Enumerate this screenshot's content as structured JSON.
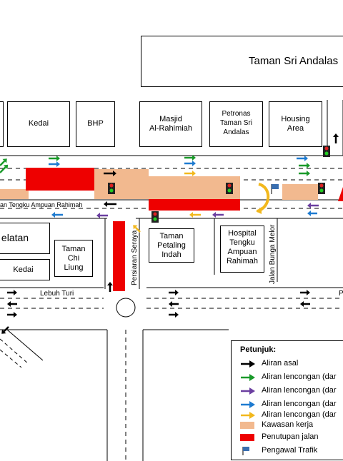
{
  "places": {
    "taman_sri_andalas": "Taman Sri Andalas",
    "kedai_top": "Kedai",
    "bhp": "BHP",
    "masjid": "Masjid\nAl-Rahimiah",
    "petronas": "Petronas\nTaman Sri\nAndalas",
    "housing": "Housing\nArea",
    "selatan": "elatan",
    "kedai_left": "Kedai",
    "taman_chi_liung": "Taman\nChi\nLiung",
    "taman_petaling": "Taman\nPetaling\nIndah",
    "hospital": "Hospital\nTengku\nAmpuan\nRahimah"
  },
  "roads": {
    "jalan_tengku": "an Tengku Ampuan Rahimah",
    "lebuh_turi": "Lebuh Turi",
    "persiaran_seraya": "Persiaran Seraya",
    "jalan_bunga_melor": "Jalan Bunga Melor",
    "p_right": "P"
  },
  "legend": {
    "title": "Petunjuk:",
    "items": [
      {
        "label": "Aliran asal",
        "kind": "arrow",
        "color": "#000000"
      },
      {
        "label": "Aliran lencongan (dar",
        "kind": "arrow",
        "color": "#1a9a2a"
      },
      {
        "label": "Aliran lencongan (dar",
        "kind": "arrow",
        "color": "#6b3fa0"
      },
      {
        "label": "Aliran lencongan (dar",
        "kind": "arrow",
        "color": "#1e7bd0"
      },
      {
        "label": "Aliran lencongan (dar",
        "kind": "arrow",
        "color": "#f2b81d"
      },
      {
        "label": "Kawasan kerja",
        "kind": "area",
        "color": "#f2b98f"
      },
      {
        "label": "Penutupan jalan",
        "kind": "area",
        "color": "#ee0000"
      },
      {
        "label": "Pengawal Trafik",
        "kind": "flag",
        "color": "#3a6fb0"
      }
    ]
  }
}
